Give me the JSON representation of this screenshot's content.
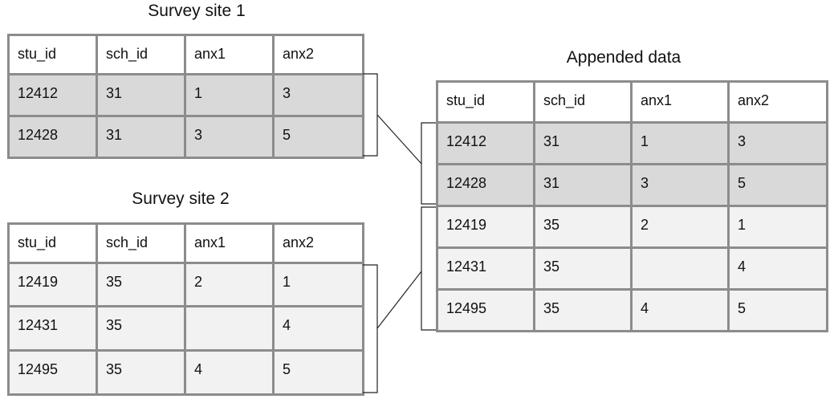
{
  "site1": {
    "title": "Survey site 1",
    "columns": [
      "stu_id",
      "sch_id",
      "anx1",
      "anx2"
    ],
    "rows": [
      [
        "12412",
        "31",
        "1",
        "3"
      ],
      [
        "12428",
        "31",
        "3",
        "5"
      ]
    ]
  },
  "site2": {
    "title": "Survey site 2",
    "columns": [
      "stu_id",
      "sch_id",
      "anx1",
      "anx2"
    ],
    "rows": [
      [
        "12419",
        "35",
        "2",
        "1"
      ],
      [
        "12431",
        "35",
        "",
        "4"
      ],
      [
        "12495",
        "35",
        "4",
        "5"
      ]
    ]
  },
  "appended": {
    "title": "Appended data",
    "columns": [
      "stu_id",
      "sch_id",
      "anx1",
      "anx2"
    ],
    "rows": [
      [
        "12412",
        "31",
        "1",
        "3"
      ],
      [
        "12428",
        "31",
        "3",
        "5"
      ],
      [
        "12419",
        "35",
        "2",
        "1"
      ],
      [
        "12431",
        "35",
        "",
        "4"
      ],
      [
        "12495",
        "35",
        "4",
        "5"
      ]
    ]
  },
  "colors": {
    "site1_rows": "#d9d9d9",
    "site2_rows": "#f2f2f2",
    "border": "#8c8c8c"
  }
}
